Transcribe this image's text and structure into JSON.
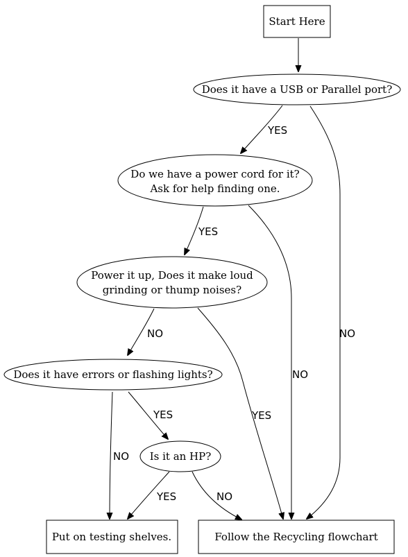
{
  "nodes": {
    "start": {
      "lines": [
        "Start Here"
      ]
    },
    "usb": {
      "lines": [
        "Does it have a USB or Parallel port?"
      ]
    },
    "power_cord": {
      "lines": [
        "Do we have a power cord for it?",
        "Ask for help finding one."
      ]
    },
    "power_up": {
      "lines": [
        "Power it up, Does it make loud",
        "grinding or thump noises?"
      ]
    },
    "errors": {
      "lines": [
        "Does it have errors or flashing lights?"
      ]
    },
    "hp": {
      "lines": [
        "Is it an HP?"
      ]
    },
    "testing": {
      "lines": [
        "Put on testing shelves."
      ]
    },
    "recycling": {
      "lines": [
        "Follow the Recycling flowchart"
      ]
    }
  },
  "edges": {
    "usb_yes": "YES",
    "usb_no": "NO",
    "cord_yes": "YES",
    "cord_no": "NO",
    "power_no": "NO",
    "power_yes": "YES",
    "errors_yes": "YES",
    "errors_no": "NO",
    "hp_yes": "YES",
    "hp_no": "NO"
  }
}
